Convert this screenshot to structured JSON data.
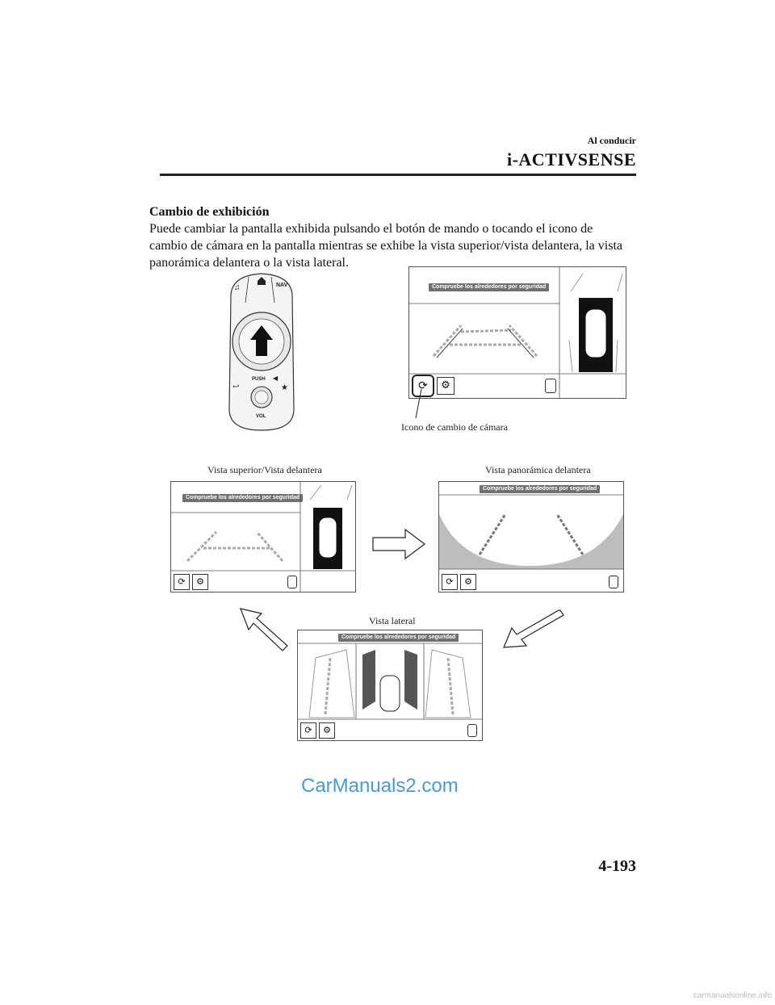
{
  "header": {
    "section_label": "Al conducir",
    "chapter_title": "i-ACTIVSENSE"
  },
  "content": {
    "heading": "Cambio de exhibición",
    "paragraph": "Puede cambiar la pantalla exhibida pulsando el botón de mando o tocando el icono de cambio de cámara en la pantalla mientras se exhibe la vista superior/vista delantera, la vista panorámica delantera o la vista lateral."
  },
  "commander": {
    "nav_label": "NAV",
    "push_label": "PUSH",
    "vol_label": "VOL"
  },
  "captions": {
    "camera_switch_icon": "Icono de cambio de cámara",
    "top_front_view": "Vista superior/Vista delantera",
    "panoramic_front_view": "Vista panorámica delantera",
    "side_view": "Vista lateral"
  },
  "screens": {
    "warning_text": "Compruebe los alrededores por seguridad"
  },
  "watermark": "CarManuals2.com",
  "page_number": "4-193",
  "footer_watermark": "carmanualsonline.info"
}
